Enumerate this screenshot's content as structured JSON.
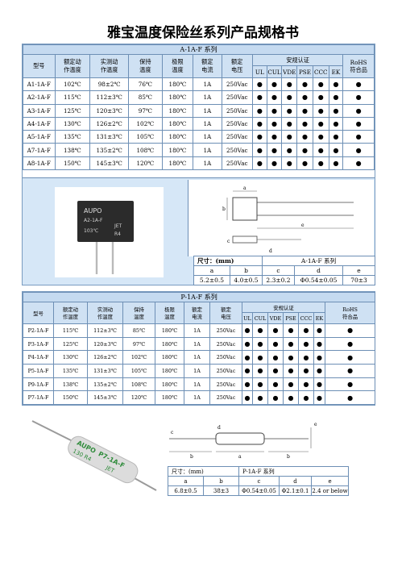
{
  "title": "雅宝温度保险丝系列产品规格书",
  "section_a": {
    "name": "A-1A-F 系列",
    "headers": {
      "model": "型号",
      "rated_temp": [
        "额定动",
        "作温度"
      ],
      "measured_temp": [
        "实测动",
        "作温度"
      ],
      "hold_temp": [
        "保持",
        "温度"
      ],
      "limit_temp": [
        "极限",
        "温度"
      ],
      "rated_current": [
        "额定",
        "电流"
      ],
      "rated_voltage": [
        "额定",
        "电压"
      ],
      "certification": "安规认证",
      "cert_marks": [
        "UL",
        "CUL",
        "VDE",
        "PSE",
        "CCC",
        "EK"
      ],
      "rohs": [
        "RoHS",
        "符合品"
      ]
    },
    "rows": [
      [
        "A1-1A-F",
        "102℃",
        "98±2℃",
        "76℃",
        "180℃",
        "1A",
        "250Vac"
      ],
      [
        "A2-1A-F",
        "115℃",
        "112±3℃",
        "85℃",
        "180℃",
        "1A",
        "250Vac"
      ],
      [
        "A3-1A-F",
        "125℃",
        "120±3℃",
        "97℃",
        "180℃",
        "1A",
        "250Vac"
      ],
      [
        "A4-1A-F",
        "130℃",
        "126±2℃",
        "102℃",
        "180℃",
        "1A",
        "250Vac"
      ],
      [
        "A5-1A-F",
        "135℃",
        "131±3℃",
        "105℃",
        "180℃",
        "1A",
        "250Vac"
      ],
      [
        "A7-1A-F",
        "138℃",
        "135±2℃",
        "108℃",
        "180℃",
        "1A",
        "250Vac"
      ],
      [
        "A8-1A-F",
        "150℃",
        "145±3℃",
        "120℃",
        "180℃",
        "1A",
        "250Vac"
      ]
    ],
    "dot": "●",
    "photo_text": [
      "AUPO",
      "A2-1A-F",
      "JET",
      "103℃",
      "R4"
    ],
    "dimensions": {
      "label": "尺寸：(mm)",
      "series": "A-1A-F 系列",
      "cols": [
        "a",
        "b",
        "c",
        "d",
        "e"
      ],
      "values": [
        "5.2±0.5",
        "4.0±0.5",
        "2.3±0.2",
        "Φ0.54±0.05",
        "70±3"
      ]
    },
    "drawing_labels": [
      "a",
      "b",
      "c",
      "d",
      "e"
    ]
  },
  "section_p": {
    "name": "P-1A-F 系列",
    "headers": {
      "model": "型号",
      "rated_temp": [
        "额定动",
        "作温度"
      ],
      "measured_temp": [
        "实测动",
        "作温度"
      ],
      "hold_temp": [
        "保持",
        "温度"
      ],
      "limit_temp": [
        "极限",
        "温度"
      ],
      "rated_current": [
        "额定",
        "电流"
      ],
      "rated_voltage": [
        "额定",
        "电压"
      ],
      "certification": "安规认证",
      "cert_marks": [
        "UL",
        "CUL",
        "VDE",
        "PSE",
        "CCC",
        "EK"
      ],
      "rohs": [
        "RoHS",
        "符合品"
      ]
    },
    "rows": [
      [
        "P2-1A-F",
        "115℃",
        "112±3℃",
        "85℃",
        "180℃",
        "1A",
        "250Vac"
      ],
      [
        "P3-1A-F",
        "125℃",
        "120±3℃",
        "97℃",
        "180℃",
        "1A",
        "250Vac"
      ],
      [
        "P4-1A-F",
        "130℃",
        "126±2℃",
        "102℃",
        "180℃",
        "1A",
        "250Vac"
      ],
      [
        "P5-1A-F",
        "135℃",
        "131±3℃",
        "105℃",
        "180℃",
        "1A",
        "250Vac"
      ],
      [
        "P9-1A-F",
        "138℃",
        "135±2℃",
        "108℃",
        "180℃",
        "1A",
        "250Vac"
      ],
      [
        "P7-1A-F",
        "150℃",
        "145±3℃",
        "120℃",
        "180℃",
        "1A",
        "250Vac"
      ]
    ],
    "dot": "●",
    "photo_text": [
      "AUPO",
      "P7-1A-F",
      "130 R4",
      "JET"
    ],
    "dimensions": {
      "label": "尺寸：(mm)",
      "series": "P-1A-F 系列",
      "cols": [
        "a",
        "b",
        "c",
        "d",
        "e"
      ],
      "values": [
        "6.8±0.5",
        "38±3",
        "Φ0.54±0.05",
        "Φ2.1±0.1",
        "2.4 or below"
      ]
    },
    "drawing_labels": [
      "a",
      "b",
      "c",
      "d",
      "e"
    ]
  },
  "colors": {
    "header_bg": "#cfe1f3",
    "border": "#6d8fb5",
    "image_bg": "#d6e7f7"
  }
}
